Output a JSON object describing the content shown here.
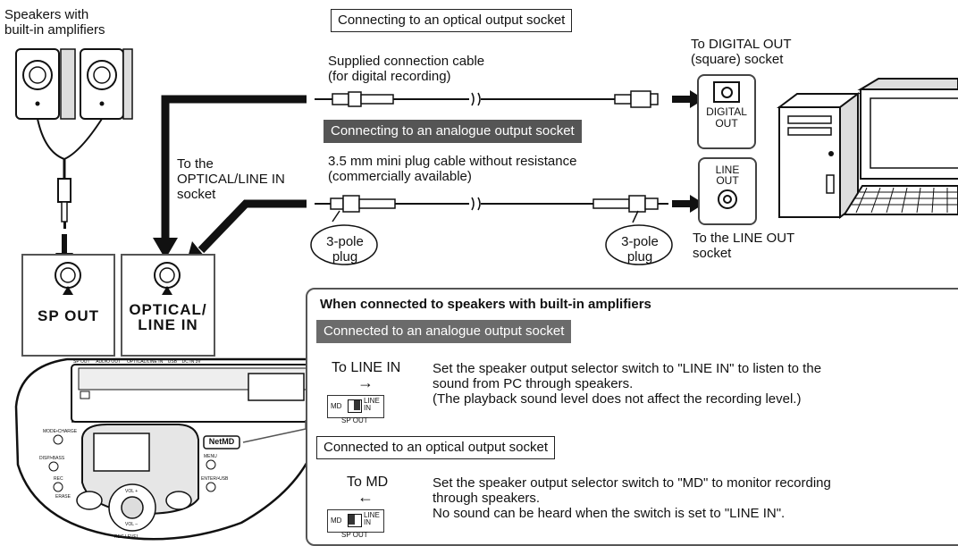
{
  "speakers": {
    "label_line1": "Speakers with",
    "label_line2": "built-in amplifiers"
  },
  "optical_section": {
    "heading": "Connecting to an optical output socket",
    "cable_line1": "Supplied connection cable",
    "cable_line2": "(for digital recording)",
    "target_line1": "To DIGITAL OUT",
    "target_line2": "(square) socket",
    "socket_line1": "DIGITAL",
    "socket_line2": "OUT"
  },
  "analogue_section": {
    "heading": "Connecting to an analogue output socket",
    "cable_line1": "3.5 mm mini plug cable without resistance",
    "cable_line2": "(commercially available)",
    "socket_line1": "LINE",
    "socket_line2": "OUT",
    "target_line1": "To the LINE OUT",
    "target_line2": "socket",
    "plug_left_line1": "3-pole",
    "plug_left_line2": "plug",
    "plug_right_line1": "3-pole",
    "plug_right_line2": "plug"
  },
  "optical_in_label": {
    "line1": "To the",
    "line2": "OPTICAL/LINE IN",
    "line3": "socket"
  },
  "sp_out_socket": {
    "label": "SP OUT"
  },
  "optical_line_in_socket": {
    "line1": "OPTICAL/",
    "line2": "LINE IN"
  },
  "device": {
    "brand": "NetMD",
    "top_labels": [
      "SP OUT",
      "AUDIO OUT",
      "OPTICAL/LINE IN",
      "USB",
      "DC IN 3V"
    ],
    "buttons": [
      "MODE•CHARGE",
      "DISP/•BASS",
      "REC",
      "ERASE",
      "MENU",
      "ENTER/•USB",
      "VOL +",
      "VOL –",
      "REC LEVEL"
    ]
  },
  "info_panel": {
    "title": "When connected to speakers with built-in amplifiers",
    "analogue": {
      "heading": "Connected to an analogue output socket",
      "switch_target": "To LINE IN",
      "arrow": "→",
      "line1": "Set the speaker output selector switch to \"LINE IN\" to listen to the",
      "line2": "sound from PC through speakers.",
      "line3": "(The playback sound level does not affect the recording level.)"
    },
    "optical": {
      "heading": "Connected to an optical output socket",
      "switch_target": "To MD",
      "arrow": "←",
      "line1": "Set the speaker output selector switch to \"MD\" to monitor recording",
      "line2": "through speakers.",
      "line3": "No sound can be heard when the switch is set to \"LINE IN\"."
    },
    "switch": {
      "left": "MD",
      "right_line1": "LINE",
      "right_line2": "IN",
      "bottom": "SP OUT"
    }
  }
}
